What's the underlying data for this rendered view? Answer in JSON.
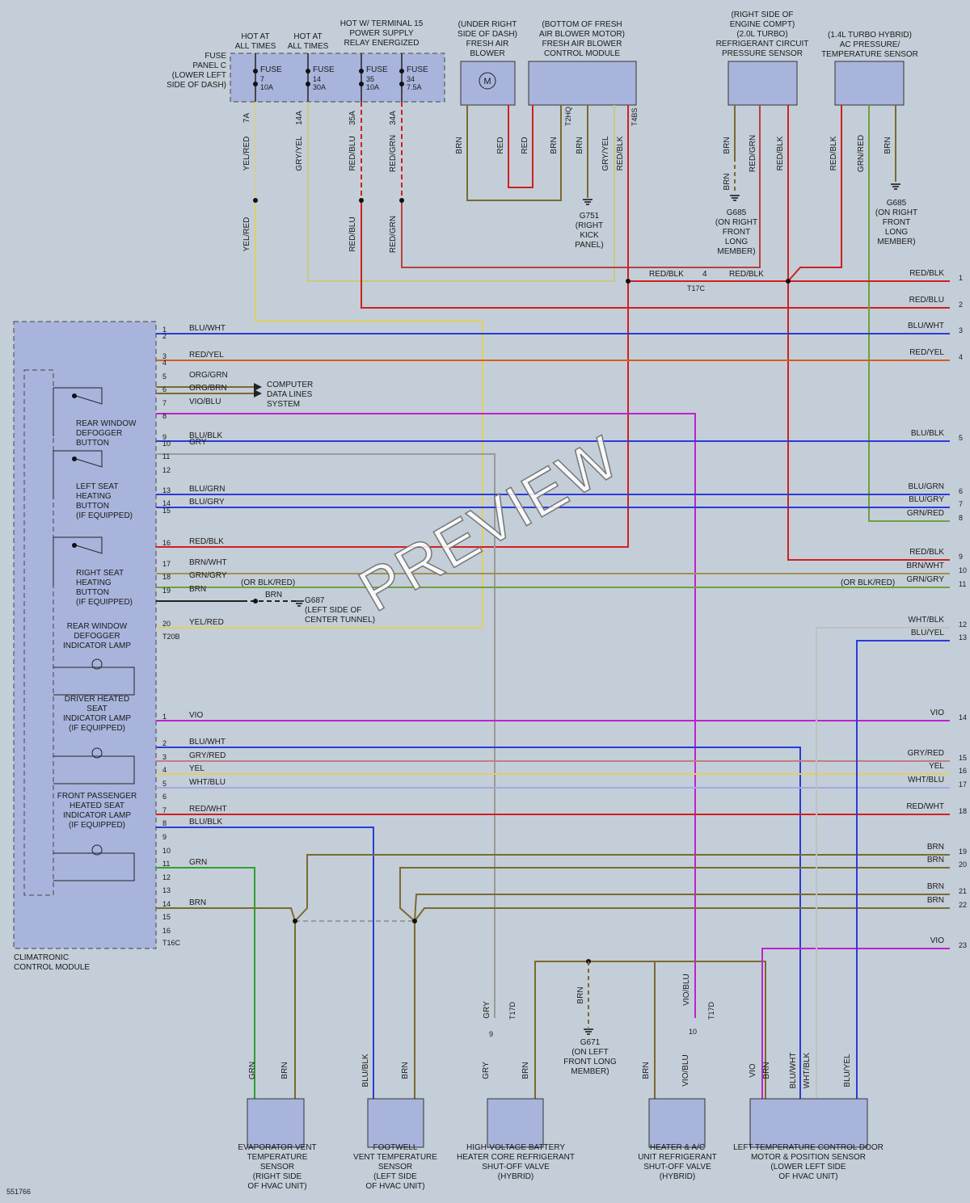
{
  "colors": {
    "background": "#c4ced8",
    "component": "#a8b4dc",
    "YEL": "#e0d060",
    "GRY": "#9a9a9a",
    "RED": "#d02020",
    "BRN": "#7a6a30",
    "BLU": "#2b3bd8",
    "VIO": "#c020d0",
    "GRN": "#30a030",
    "WHT": "#f0f0f0"
  },
  "header_labels": {
    "hot1": "HOT AT\nALL TIMES",
    "hot2": "HOT AT\nALL TIMES",
    "hot3": "HOT W/ TERMINAL 15\nPOWER SUPPLY\nRELAY ENERGIZED",
    "fuse_panel": "FUSE\nPANEL C\n(LOWER LEFT\nSIDE OF DASH)",
    "blower_loc": "(UNDER RIGHT\nSIDE OF DASH)\nFRESH AIR\nBLOWER",
    "blower_mod": "(BOTTOM OF FRESH\nAIR BLOWER MOTOR)\nFRESH AIR BLOWER\nCONTROL MODULE",
    "refrig_sensor": "(RIGHT SIDE OF\nENGINE COMPT)\n(2.0L TURBO)\nREFRIGERANT CIRCUIT\nPRESSURE SENSOR",
    "ac_sensor": "(1.4L TURBO HYBRID)\nAC PRESSURE/\nTEMPERATURE SENSOR"
  },
  "fuses": [
    {
      "name": "FUSE",
      "num": "7",
      "amp": "10A",
      "wire_id": "7A",
      "color": "YEL/RED"
    },
    {
      "name": "FUSE",
      "num": "14",
      "amp": "30A",
      "wire_id": "14A",
      "color": "GRY/YEL"
    },
    {
      "name": "FUSE",
      "num": "35",
      "amp": "10A",
      "wire_id": "35A",
      "color": "RED/BLU"
    },
    {
      "name": "FUSE",
      "num": "34",
      "amp": "7.5A",
      "wire_id": "34A",
      "color": "RED/GRN"
    }
  ],
  "grounds": {
    "g751": "G751\n(RIGHT\nKICK\nPANEL)",
    "g685a": "G685\n(ON RIGHT\nFRONT\nLONG\nMEMBER)",
    "g685b": "G685\n(ON RIGHT\nFRONT\nLONG\nMEMBER)",
    "g687": "G687\n(LEFT SIDE OF\nCENTER TUNNEL)",
    "g671": "G671\n(ON LEFT\nFRONT LONG\nMEMBER)"
  },
  "connectors": {
    "t2hq": "T2HQ",
    "t4bs": "T4BS",
    "t17c": "T17C",
    "t20b": "T20B",
    "t16c": "T16C",
    "t17d_a": "T17D",
    "t17d_b": "T17D"
  },
  "module": {
    "name": "CLIMATRONIC\nCONTROL MODULE",
    "buttons": [
      "REAR WINDOW\nDEFOGGER\nBUTTON",
      "LEFT SEAT\nHEATING\nBUTTON\n(IF EQUIPPED)",
      "RIGHT SEAT\nHEATING\nBUTTON\n(IF EQUIPPED)"
    ],
    "lamps": [
      "REAR WINDOW\nDEFOGGER\nINDICATOR LAMP",
      "DRIVER HEATED\nSEAT\nINDICATOR LAMP\n(IF EQUIPPED)",
      "FRONT PASSENGER\nHEATED SEAT\nINDICATOR LAMP\n(IF EQUIPPED)"
    ]
  },
  "data_lines": "COMPUTER\nDATA LINES\nSYSTEM",
  "or_note": "(OR BLK/RED)",
  "t20b_pins": [
    {
      "pin": "1",
      "label": "BLU/WHT"
    },
    {
      "pin": "2",
      "label": ""
    },
    {
      "pin": "3",
      "label": "RED/YEL"
    },
    {
      "pin": "4",
      "label": ""
    },
    {
      "pin": "5",
      "label": "ORG/GRN"
    },
    {
      "pin": "6",
      "label": "ORG/BRN"
    },
    {
      "pin": "7",
      "label": "VIO/BLU"
    },
    {
      "pin": "8",
      "label": ""
    },
    {
      "pin": "9",
      "label": "BLU/BLK"
    },
    {
      "pin": "10",
      "label": "GRY"
    },
    {
      "pin": "11",
      "label": ""
    },
    {
      "pin": "12",
      "label": ""
    },
    {
      "pin": "13",
      "label": "BLU/GRN"
    },
    {
      "pin": "14",
      "label": "BLU/GRY"
    },
    {
      "pin": "15",
      "label": ""
    },
    {
      "pin": "16",
      "label": "RED/BLK"
    },
    {
      "pin": "17",
      "label": "BRN/WHT"
    },
    {
      "pin": "18",
      "label": "GRN/GRY"
    },
    {
      "pin": "19",
      "label": "BRN"
    },
    {
      "pin": "20",
      "label": "YEL/RED"
    }
  ],
  "t16c_pins": [
    {
      "pin": "1",
      "label": "VIO"
    },
    {
      "pin": "2",
      "label": "BLU/WHT"
    },
    {
      "pin": "3",
      "label": "GRY/RED"
    },
    {
      "pin": "4",
      "label": "YEL"
    },
    {
      "pin": "5",
      "label": "WHT/BLU"
    },
    {
      "pin": "6",
      "label": ""
    },
    {
      "pin": "7",
      "label": "RED/WHT"
    },
    {
      "pin": "8",
      "label": "BLU/BLK"
    },
    {
      "pin": "9",
      "label": ""
    },
    {
      "pin": "10",
      "label": ""
    },
    {
      "pin": "11",
      "label": "GRN"
    },
    {
      "pin": "12",
      "label": ""
    },
    {
      "pin": "13",
      "label": ""
    },
    {
      "pin": "14",
      "label": "BRN"
    },
    {
      "pin": "15",
      "label": ""
    },
    {
      "pin": "16",
      "label": ""
    }
  ],
  "right_wires": [
    {
      "num": "1",
      "label": "RED/BLK"
    },
    {
      "num": "2",
      "label": "RED/BLU"
    },
    {
      "num": "3",
      "label": "BLU/WHT"
    },
    {
      "num": "4",
      "label": "RED/YEL"
    },
    {
      "num": "5",
      "label": "BLU/BLK"
    },
    {
      "num": "6",
      "label": "BLU/GRN"
    },
    {
      "num": "7",
      "label": "BLU/GRY"
    },
    {
      "num": "8",
      "label": "GRN/RED"
    },
    {
      "num": "9",
      "label": "RED/BLK"
    },
    {
      "num": "10",
      "label": "BRN/WHT"
    },
    {
      "num": "11",
      "label": "GRN/GRY"
    },
    {
      "num": "12",
      "label": "WHT/BLK"
    },
    {
      "num": "13",
      "label": "BLU/YEL"
    },
    {
      "num": "14",
      "label": "VIO"
    },
    {
      "num": "15",
      "label": "GRY/RED"
    },
    {
      "num": "16",
      "label": "YEL"
    },
    {
      "num": "17",
      "label": "WHT/BLU"
    },
    {
      "num": "18",
      "label": "RED/WHT"
    },
    {
      "num": "19",
      "label": "BRN"
    },
    {
      "num": "20",
      "label": "BRN"
    },
    {
      "num": "21",
      "label": "BRN"
    },
    {
      "num": "22",
      "label": "BRN"
    },
    {
      "num": "23",
      "label": "VIO"
    }
  ],
  "bottom_components": [
    "EVAPORATOR VENT\nTEMPERATURE\nSENSOR\n(RIGHT SIDE\nOF HVAC UNIT)",
    "FOOTWELL\nVENT TEMPERATURE\nSENSOR\n(LEFT SIDE\nOF HVAC UNIT)",
    "HIGH-VOLTAGE BATTERY\nHEATER CORE REFRIGERANT\nSHUT-OFF VALVE\n(HYBRID)",
    "HEATER & A/C\nUNIT REFRIGERANT\nSHUT-OFF VALVE\n(HYBRID)",
    "LEFT TEMPERATURE CONTROL DOOR\nMOTOR & POSITION SENSOR\n(LOWER LEFT SIDE\nOF HVAC UNIT)"
  ],
  "wire_labels": {
    "yel_red": "YEL/RED",
    "gry_yel": "GRY/YEL",
    "red_blu": "RED/BLU",
    "red_grn": "RED/GRN",
    "brn": "BRN",
    "red": "RED",
    "red_blk": "RED/BLK",
    "grn_red": "GRN/RED",
    "gry": "GRY",
    "vio_blu": "VIO/BLU",
    "grn": "GRN",
    "blu_blk": "BLU/BLK",
    "vio": "VIO",
    "blu_wht": "BLU/WHT",
    "wht_blk": "WHT/BLK",
    "blu_yel": "BLU/YEL"
  },
  "pins": {
    "p1": "1",
    "p2": "2",
    "p3": "3",
    "p4": "4",
    "p5": "5",
    "p6": "6",
    "p9": "9",
    "p10": "10"
  },
  "motor": "M",
  "diagram_id": "551766",
  "watermark": "PREVIEW"
}
